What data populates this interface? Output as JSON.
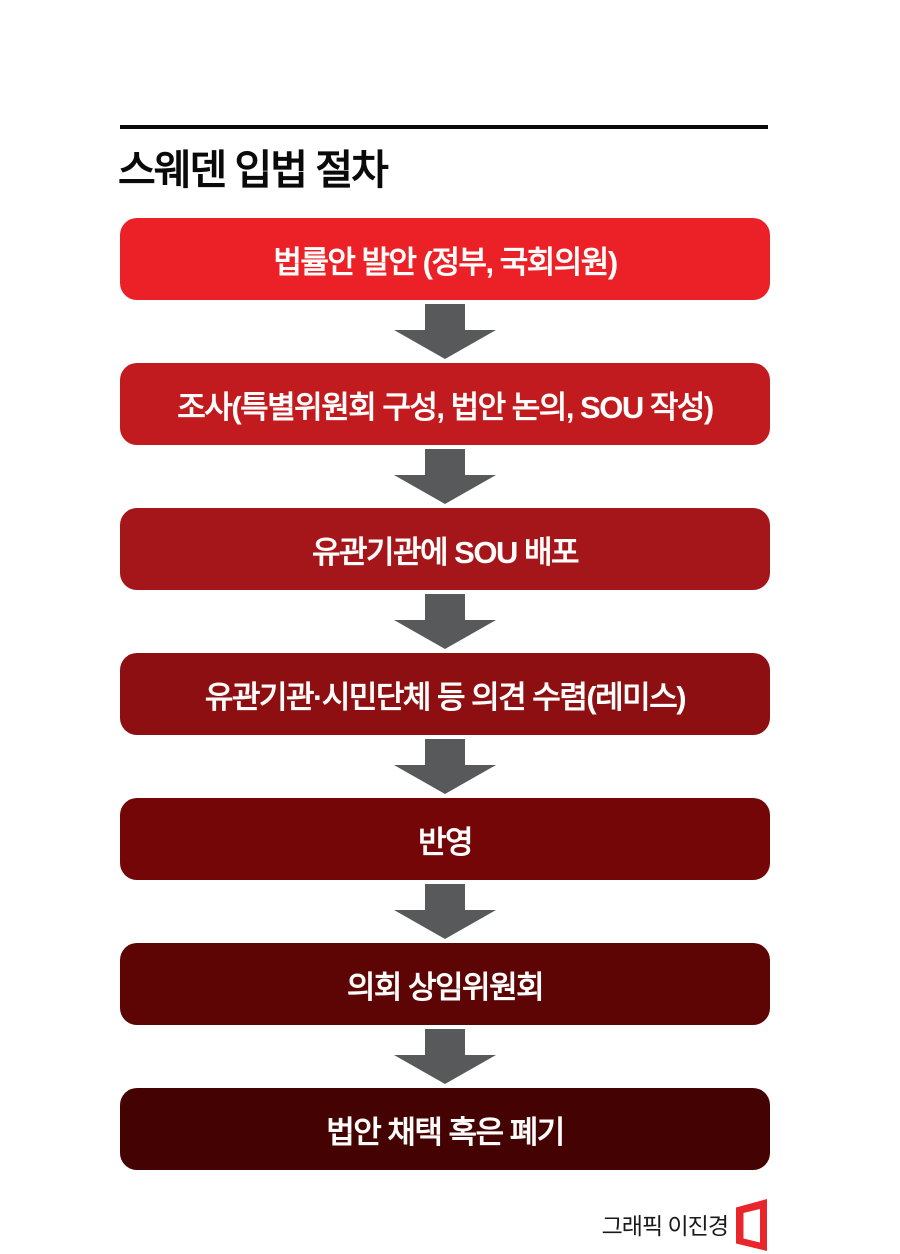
{
  "page": {
    "title": "스웨덴 입법 절차",
    "background_color": "#ffffff"
  },
  "flow": {
    "type": "vertical-flowchart",
    "arrow_icon": "down-arrow-icon",
    "arrow_color": "#58595b",
    "step_text_color": "#fffdfb",
    "steps": [
      {
        "label": "법률안 발안 (정부, 국회의원)",
        "color": "#ec2127"
      },
      {
        "label": "조사(특별위원회 구성, 법안 논의, SOU 작성)",
        "color": "#c21b1f"
      },
      {
        "label": "유관기관에 SOU 배포",
        "color": "#a5161a"
      },
      {
        "label": "유관기관·시민단체 등 의견 수렴(레미스)",
        "color": "#8d0f12"
      },
      {
        "label": "반영",
        "color": "#740607"
      },
      {
        "label": "의회 상임위원회",
        "color": "#5d0405"
      },
      {
        "label": "법안 채택 혹은 폐기",
        "color": "#450203"
      }
    ]
  },
  "footer": {
    "credit": "그래픽 이진경",
    "logo": "publisher-logo",
    "logo_color": "#e8262c"
  }
}
